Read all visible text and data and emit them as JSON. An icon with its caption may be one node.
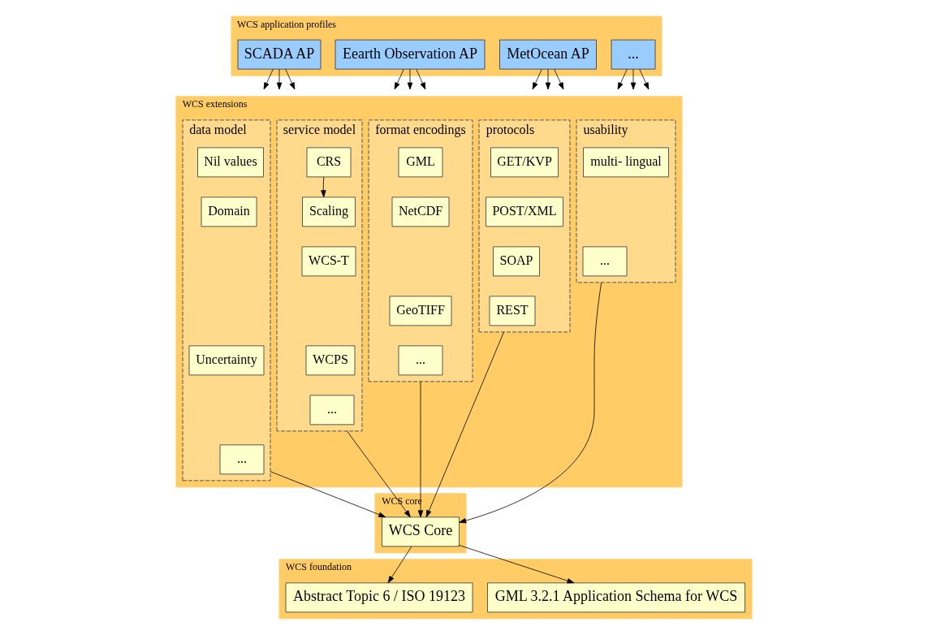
{
  "diagram": {
    "nodes": [
      {
        "text": [
          "WCS application profiles"
        ]
      },
      {
        "text": [
          "SCADA AP"
        ],
        "in": 0
      },
      {
        "text": [
          "Eearth Observation AP"
        ],
        "in": 0
      },
      {
        "text": [
          "MetOcean AP"
        ],
        "in": 0
      },
      {
        "text": [
          "..."
        ],
        "in": 0
      },
      {
        "text": [
          "WCS extensions"
        ]
      },
      {
        "text": [
          "data model"
        ],
        "in": 5
      },
      {
        "text": [
          "Nil values"
        ],
        "in": 6
      },
      {
        "text": [
          "Domain"
        ],
        "in": 6
      },
      {
        "text": [
          "Uncertainty"
        ],
        "in": 6
      },
      {
        "text": [
          "..."
        ],
        "in": 6
      },
      {
        "text": [
          "service model"
        ],
        "in": 5
      },
      {
        "text": [
          "CRS"
        ],
        "in": 11
      },
      {
        "text": [
          "Scaling"
        ],
        "in": 11
      },
      {
        "text": [
          "WCS-T"
        ],
        "in": 11
      },
      {
        "text": [
          "WCPS"
        ],
        "in": 11
      },
      {
        "text": [
          "..."
        ],
        "in": 11
      },
      {
        "text": [
          "format encodings"
        ],
        "in": 5
      },
      {
        "text": [
          "GML"
        ],
        "in": 17
      },
      {
        "text": [
          "NetCDF"
        ],
        "in": 17
      },
      {
        "text": [
          "GeoTIFF"
        ],
        "in": 17
      },
      {
        "text": [
          "..."
        ],
        "in": 17
      },
      {
        "text": [
          "protocols"
        ],
        "in": 5
      },
      {
        "text": [
          "GET/KVP"
        ],
        "in": 22
      },
      {
        "text": [
          "POST/XML"
        ],
        "in": 22
      },
      {
        "text": [
          "SOAP"
        ],
        "in": 22
      },
      {
        "text": [
          "REST"
        ],
        "in": 22
      },
      {
        "text": [
          "usability"
        ],
        "in": 5
      },
      {
        "text": [
          "multi- lingual"
        ],
        "in": 27
      },
      {
        "text": [
          "..."
        ],
        "in": 27
      },
      {
        "text": [
          "WCS core"
        ]
      },
      {
        "text": [
          "WCS Core"
        ],
        "in": 30
      },
      {
        "text": [
          "WCS foundation"
        ]
      },
      {
        "text": [
          "Abstract Topic 6 / ISO 19123"
        ],
        "in": 32
      },
      {
        "text": [
          "GML 3.2.1 Application Schema for WCS"
        ],
        "in": 32
      }
    ],
    "edges": [
      {
        "from": 1,
        "to": null,
        "arrow": "to"
      },
      {
        "from": 1,
        "to": null,
        "arrow": "to"
      },
      {
        "from": 1,
        "to": null,
        "arrow": "to"
      },
      {
        "from": 2,
        "to": null,
        "arrow": "to"
      },
      {
        "from": 2,
        "to": null,
        "arrow": "to"
      },
      {
        "from": 2,
        "to": null,
        "arrow": "to"
      },
      {
        "from": 3,
        "to": null,
        "arrow": "to"
      },
      {
        "from": 3,
        "to": null,
        "arrow": "to"
      },
      {
        "from": 3,
        "to": null,
        "arrow": "to"
      },
      {
        "from": 4,
        "to": null,
        "arrow": "to"
      },
      {
        "from": 4,
        "to": null,
        "arrow": "to"
      },
      {
        "from": 4,
        "to": null,
        "arrow": "to"
      },
      {
        "from": 12,
        "to": 13,
        "arrow": "to"
      },
      {
        "from": 6,
        "to": 31,
        "arrow": "to"
      },
      {
        "from": 11,
        "to": 31,
        "arrow": "to"
      },
      {
        "from": 17,
        "to": 31,
        "arrow": "to"
      },
      {
        "from": 22,
        "to": 31,
        "arrow": "to"
      },
      {
        "from": 27,
        "to": 31,
        "arrow": "to"
      },
      {
        "from": 31,
        "to": 33,
        "arrow": "to"
      },
      {
        "from": 31,
        "to": 34,
        "arrow": "to"
      }
    ]
  }
}
